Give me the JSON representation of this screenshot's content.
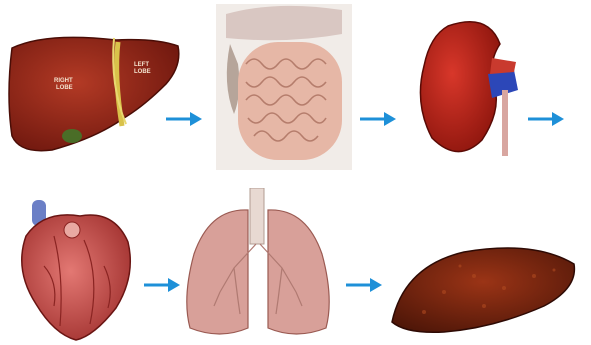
{
  "diagram": {
    "arrow_color": "#1e90d8",
    "liver": {
      "label_right": [
        "RIGHT",
        "LOBE"
      ],
      "label_left": [
        "LEFT",
        "LOBE"
      ]
    },
    "colors": {
      "liver": "#9c2a1c",
      "intestine": "#e6b7a6",
      "kidney": "#b8231a",
      "ureter": "#2c47b8",
      "heart": "#c9504d",
      "lung": "#d8a099",
      "spleen": "#7a2410"
    }
  }
}
